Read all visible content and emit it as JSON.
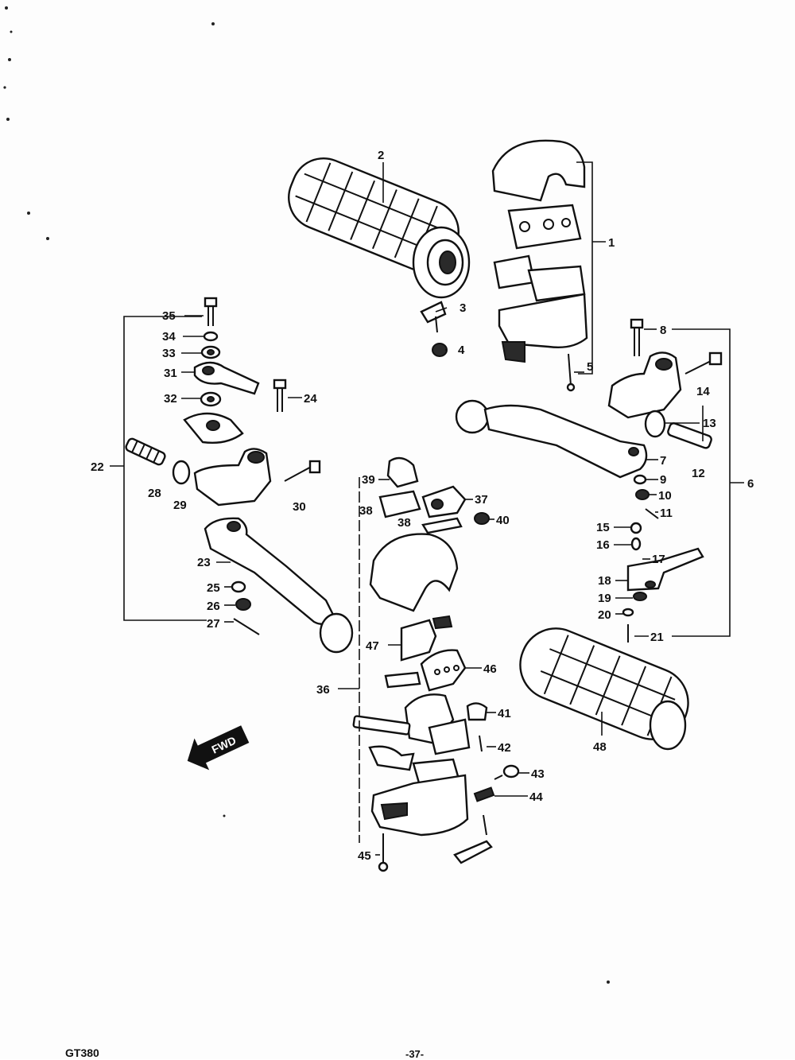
{
  "model_code": "GT380",
  "page_number": "-37-",
  "fwd_label": "FWD",
  "callouts": {
    "c1": "1",
    "c2": "2",
    "c3": "3",
    "c4": "4",
    "c5": "5",
    "c6": "6",
    "c7": "7",
    "c8": "8",
    "c9": "9",
    "c10": "10",
    "c11": "11",
    "c12": "12",
    "c13": "13",
    "c14": "14",
    "c15": "15",
    "c16": "16",
    "c17": "17",
    "c18": "18",
    "c19": "19",
    "c20": "20",
    "c21": "21",
    "c22": "22",
    "c23": "23",
    "c24": "24",
    "c25": "25",
    "c26": "26",
    "c27": "27",
    "c28": "28",
    "c29": "29",
    "c30": "30",
    "c31": "31",
    "c32": "32",
    "c33": "33",
    "c34": "34",
    "c35": "35",
    "c36": "36",
    "c37": "37",
    "c38a": "38",
    "c38b": "38",
    "c39": "39",
    "c40": "40",
    "c41": "41",
    "c42": "42",
    "c43": "43",
    "c44": "44",
    "c45": "45",
    "c46": "46",
    "c47": "47",
    "c48": "48"
  }
}
